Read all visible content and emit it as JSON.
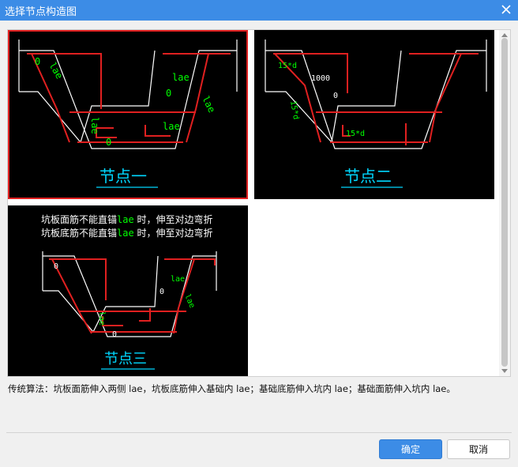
{
  "window": {
    "title": "选择节点构造图"
  },
  "thumbnails": [
    {
      "caption": "节点一",
      "labels": {
        "lae_diag": "lae",
        "lae_top": "lae",
        "lae_vert": "lae",
        "lae_mid": "lae",
        "lae_right": "lae",
        "zero_a": "0",
        "zero_b": "0",
        "zero_c": "0"
      }
    },
    {
      "caption": "节点二",
      "labels": {
        "d15_top": "15*d",
        "width_1000": "1000",
        "zero_a": "0",
        "d15_vert": "15*d",
        "d15_bottom": "15*d"
      }
    },
    {
      "caption": "节点三",
      "note_line1": {
        "before": "坑板面筋不能直锚",
        "code": "lae",
        "after": " 时，伸至对边弯折"
      },
      "note_line2": {
        "before": "坑板底筋不能直锚",
        "code": "lae",
        "after": " 时，伸至对边弯折"
      },
      "labels": {
        "zero_a": "0",
        "lae_top": "lae",
        "zero_b": "0",
        "lae_vert": "lae",
        "zero_c": "0",
        "lae_right": "lae"
      }
    }
  ],
  "description": "传统算法：坑板面筋伸入两侧 lae，坑板底筋伸入基础内 lae；基础底筋伸入坑内 lae；基础面筋伸入坑内 lae。",
  "buttons": {
    "ok": "确定",
    "cancel": "取消"
  }
}
